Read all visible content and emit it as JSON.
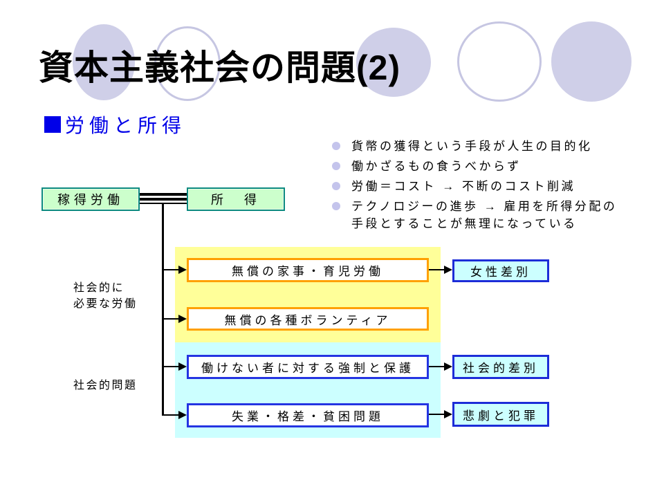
{
  "slide": {
    "title": "資本主義社会の問題(2)"
  },
  "section": {
    "label": "労働と所得"
  },
  "bullets": [
    {
      "text": "貨幣の獲得という手段が人生の目的化"
    },
    {
      "text": "働かざるもの食うべからず"
    },
    {
      "text": "労働＝コスト → 不断のコスト削減"
    },
    {
      "text": "テクノロジーの進歩 → 雇用を所得分配の手段とすることが無理になっている"
    }
  ],
  "diagram": {
    "earned_labor_box": "稼得労働",
    "income_box": "所　得",
    "group_labels": {
      "necessary_labor": "社会的に\n必要な労働",
      "social_problems": "社会的問題"
    },
    "work_boxes": [
      {
        "label": "無償の家事・育児労働"
      },
      {
        "label": "無償の各種ボランティア"
      },
      {
        "label": "働けない者に対する強制と保護"
      },
      {
        "label": "失業・格差・貧困問題"
      }
    ],
    "outcome_boxes": [
      {
        "label": "女性差別"
      },
      {
        "label": "社会的差別"
      },
      {
        "label": "悲劇と犯罪"
      }
    ]
  },
  "colors": {
    "header_blue": "#0000e8",
    "bullet_dot": "#c4c4ec",
    "decor_circle_fill": "#cfcfe8",
    "decor_circle_stroke": "#c6c6e2",
    "green_box_fill": "#ccffcc",
    "green_box_border": "#0c8a80",
    "yellow_panel": "#ffff99",
    "cyan_panel": "#ccffff",
    "orange_border": "#ffa000",
    "blue_border": "#2434e2",
    "outcome_border": "#1c2cd8"
  }
}
